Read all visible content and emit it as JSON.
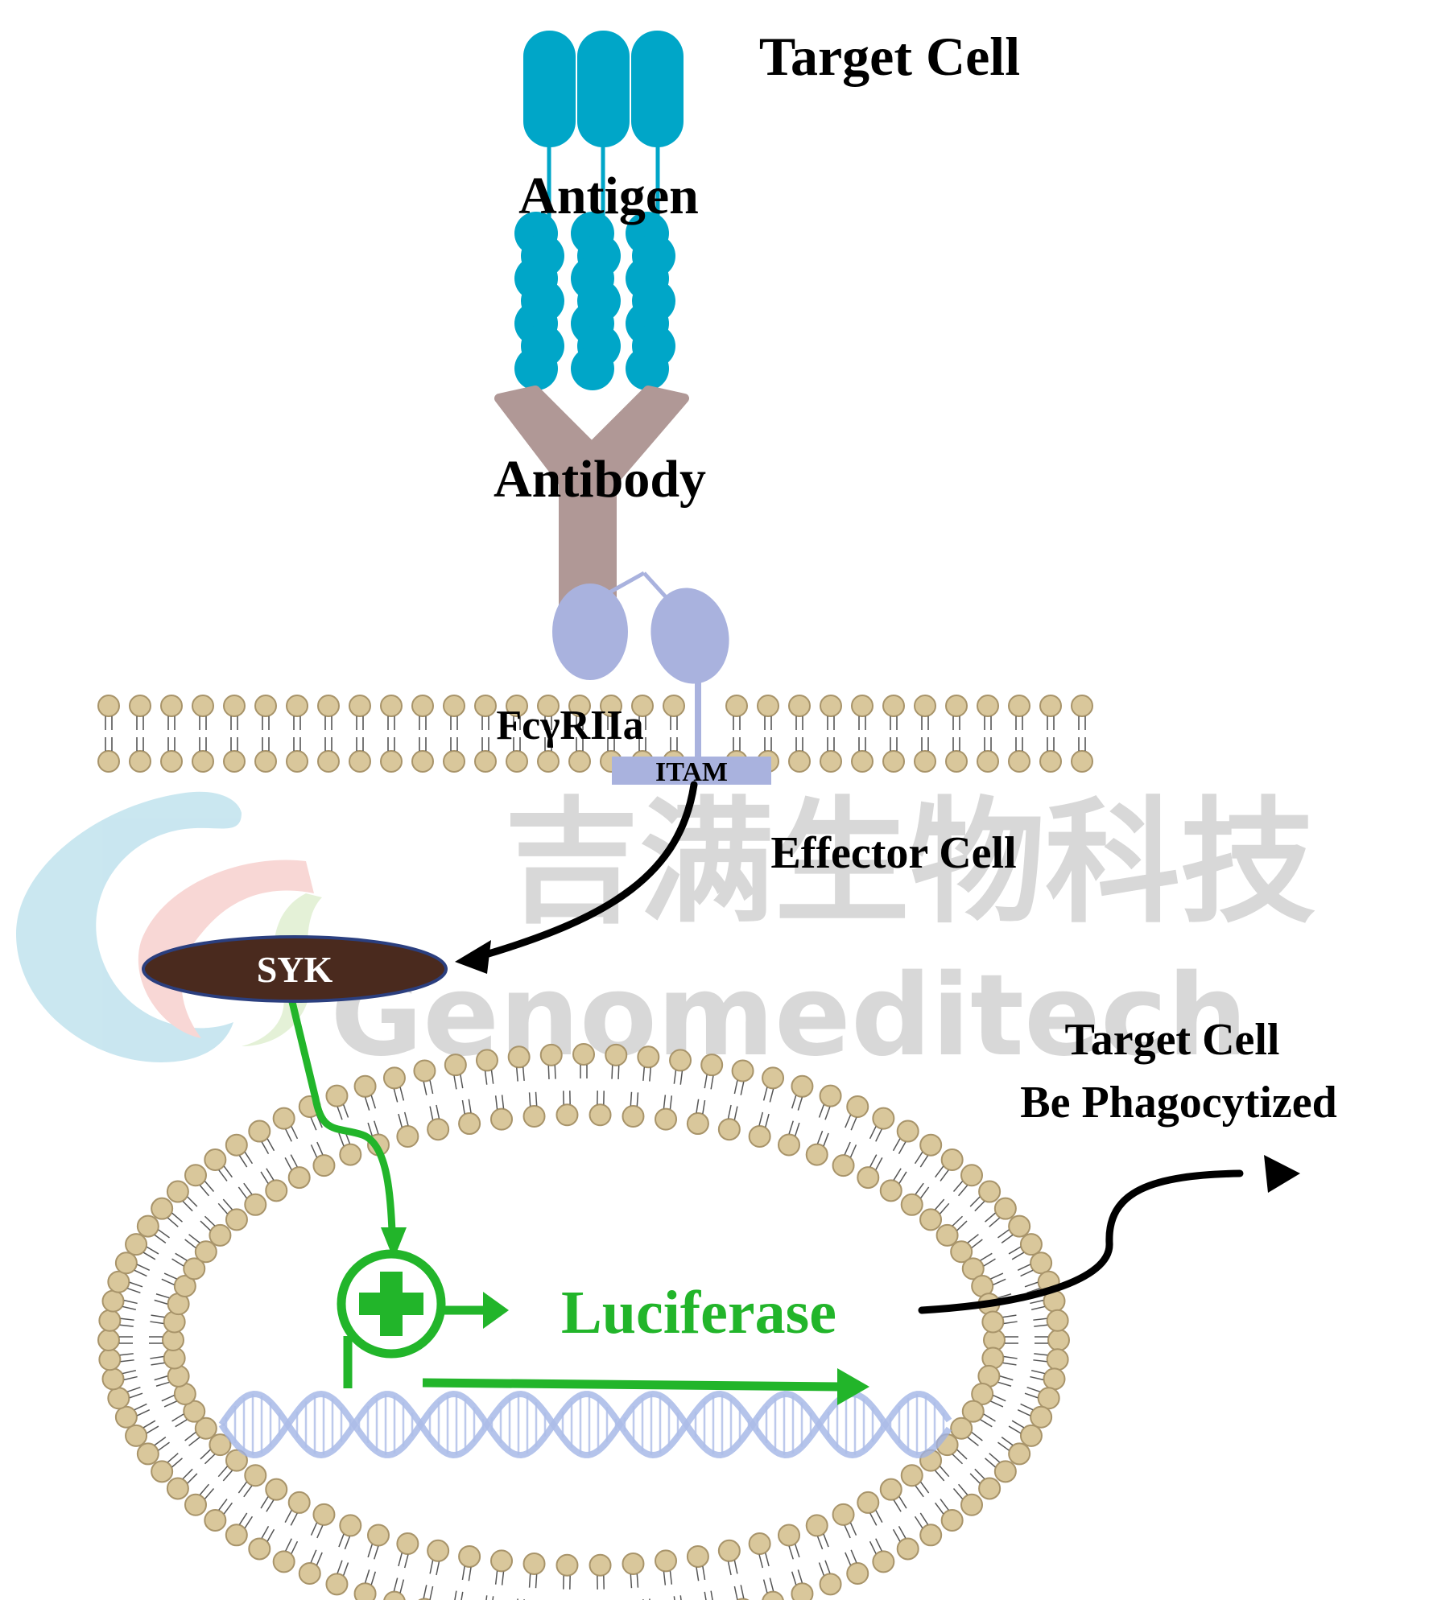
{
  "labels": {
    "target_cell": "Target Cell",
    "antigen": "Antigen",
    "antibody": "Antibody",
    "receptor": "FcγRIIa",
    "itam": "ITAM",
    "effector_cell": "Effector Cell",
    "syk": "SYK",
    "luciferase": "Luciferase",
    "outcome_line1": "Target Cell",
    "outcome_line2": "Be Phagocytized"
  },
  "watermark": {
    "chinese": "吉满生物科技",
    "english": "Genomeditech"
  },
  "colors": {
    "antigen": "#00A6C8",
    "antibody": "#B09896",
    "receptor": "#A9B2DE",
    "lipid_head": "#D9C79B",
    "lipid_edge": "#A8946A",
    "syk_fill": "#4A2A1E",
    "syk_edge": "#2B3F7F",
    "activation_green": "#22B52A",
    "dna": "#9FB1E4",
    "arrow": "#000000",
    "watermark": "#D4D4D4"
  },
  "icons": [
    "antigen-chains",
    "antibody-y-shape",
    "fc-receptor",
    "lipid-bilayer",
    "nucleus-vesicle",
    "dna-helix",
    "promoter-plus-icon"
  ]
}
